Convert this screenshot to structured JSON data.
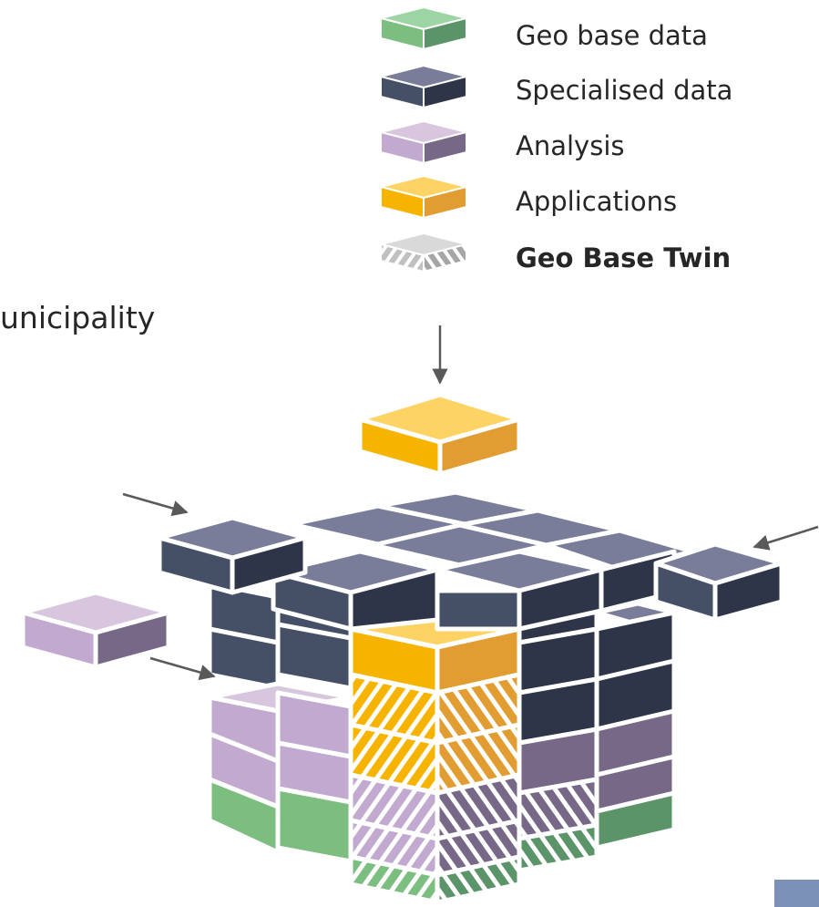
{
  "colors": {
    "geo_base": {
      "top": "#9dd4a4",
      "left": "#7cbd80",
      "right": "#5a9468"
    },
    "specialised": {
      "top": "#7a7d9a",
      "left": "#454f66",
      "right": "#2f3548"
    },
    "analysis": {
      "top": "#d8c6de",
      "left": "#c2a9cf",
      "right": "#776887"
    },
    "applications": {
      "top": "#fdd463",
      "left": "#f6b400",
      "right": "#e19d32"
    },
    "twin": {
      "top": "#d9d9d9",
      "hatch": "#c0c0c0"
    },
    "arrow": "#595959",
    "corner_box": "#7b91b7"
  },
  "legend": {
    "items": [
      {
        "label": "Geo base data",
        "icon": "green-cube-icon",
        "bold": false
      },
      {
        "label": "Specialised data",
        "icon": "navy-cube-icon",
        "bold": false
      },
      {
        "label": "Analysis",
        "icon": "purple-cube-icon",
        "bold": false
      },
      {
        "label": "Applications",
        "icon": "yellow-cube-icon",
        "bold": false
      },
      {
        "label": "Geo Base Twin",
        "icon": "hatched-cube-icon",
        "bold": true
      }
    ]
  },
  "side_label": "unicipality"
}
